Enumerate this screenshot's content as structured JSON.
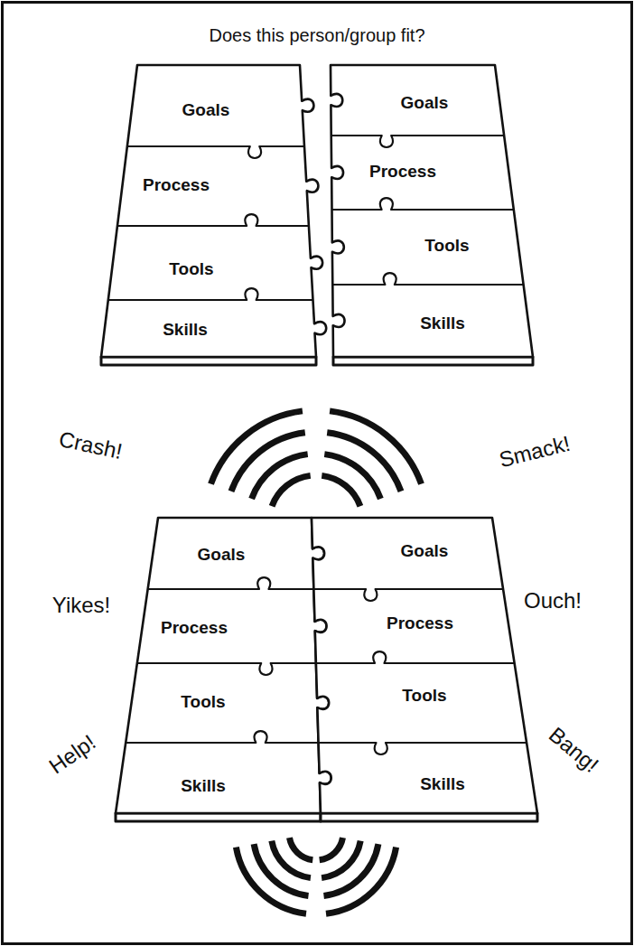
{
  "diagram": {
    "title": "Does this person/group fit?",
    "nodes": [
      {
        "text": [
          "Goals"
        ]
      },
      {
        "text": [
          "Goals"
        ]
      },
      {
        "text": [
          "Process"
        ]
      },
      {
        "text": [
          "Process"
        ]
      },
      {
        "text": [
          "Tools"
        ]
      },
      {
        "text": [
          "Tools"
        ]
      },
      {
        "text": [
          "Skills"
        ]
      },
      {
        "text": [
          "Skills"
        ]
      },
      {
        "text": [
          "Goals"
        ]
      },
      {
        "text": [
          "Goals"
        ]
      },
      {
        "text": [
          "Process"
        ]
      },
      {
        "text": [
          "Process"
        ]
      },
      {
        "text": [
          "Tools"
        ]
      },
      {
        "text": [
          "Tools"
        ]
      },
      {
        "text": [
          "Skills"
        ]
      },
      {
        "text": [
          "Skills"
        ]
      }
    ],
    "labels": [
      "Crash!",
      "Smack!",
      "Yikes!",
      "Ouch!",
      "Help!",
      "Bang!"
    ]
  }
}
